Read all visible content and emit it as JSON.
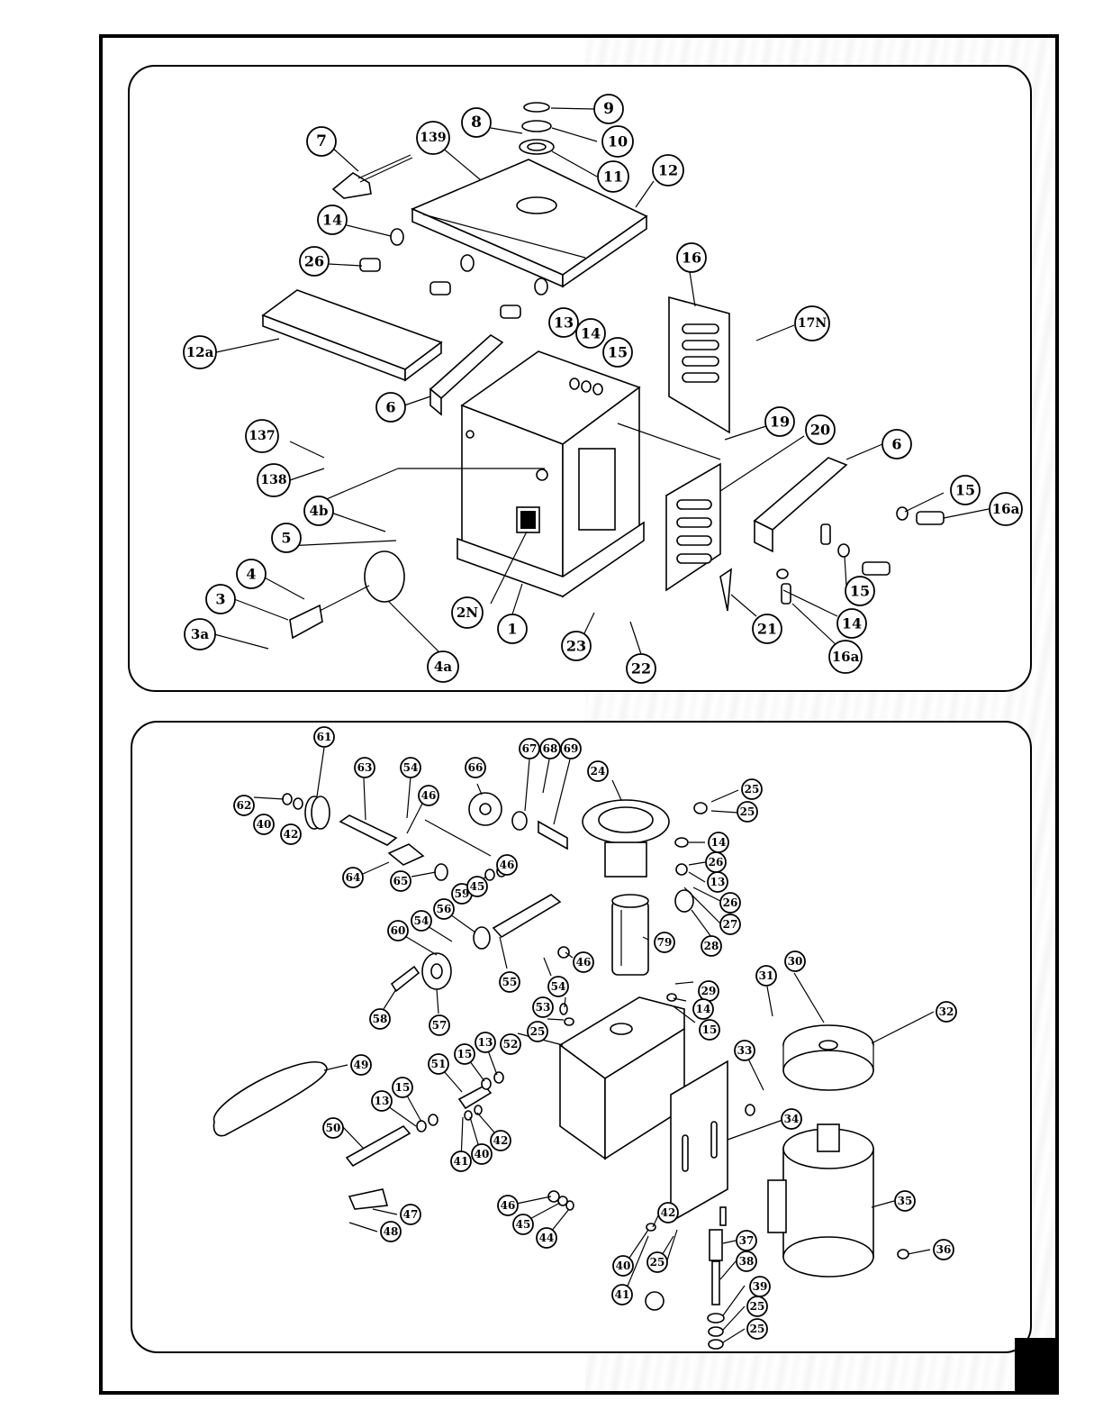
{
  "diagram": {
    "top_callouts": [
      "9",
      "8",
      "10",
      "11",
      "7",
      "139",
      "12",
      "14",
      "26",
      "16",
      "17N",
      "13",
      "14",
      "15",
      "12a",
      "6",
      "137",
      "138",
      "19",
      "20",
      "6",
      "15",
      "16a",
      "4b",
      "5",
      "4",
      "3",
      "3a",
      "2N",
      "1",
      "4a",
      "23",
      "22",
      "21",
      "15",
      "14",
      "16a"
    ],
    "bottom_callouts": [
      "61",
      "62",
      "40",
      "42",
      "63",
      "54",
      "46",
      "66",
      "67",
      "68",
      "69",
      "24",
      "25",
      "25",
      "14",
      "26",
      "13",
      "26",
      "27",
      "28",
      "64",
      "65",
      "59",
      "45",
      "46",
      "60",
      "54",
      "56",
      "55",
      "46",
      "79",
      "58",
      "57",
      "54",
      "53",
      "25",
      "52",
      "29",
      "14",
      "15",
      "31",
      "30",
      "32",
      "49",
      "15",
      "13",
      "51",
      "13",
      "15",
      "33",
      "50",
      "41",
      "40",
      "42",
      "34",
      "46",
      "45",
      "44",
      "47",
      "48",
      "42",
      "40",
      "25",
      "35",
      "37",
      "38",
      "36",
      "41",
      "39",
      "25",
      "25"
    ]
  }
}
